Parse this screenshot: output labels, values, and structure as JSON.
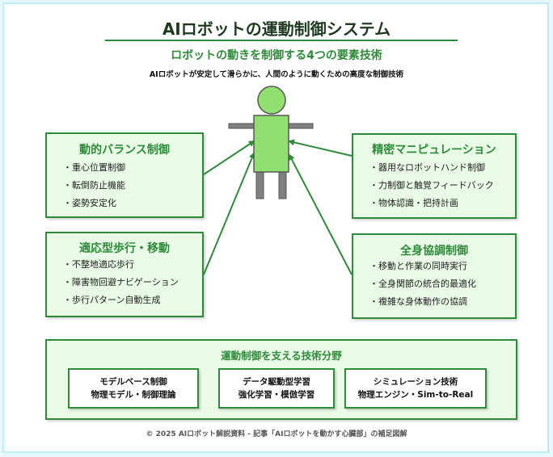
{
  "title": "AIロボットの運動制御システム",
  "subtitle": "ロボットの動きを制御する4つの要素技術",
  "description": "AIロボットが安定して滑らかに、人間のように動くための高度な制御技術",
  "cards": {
    "balance": {
      "title": "動的バランス制御",
      "items": [
        "重心位置制御",
        "転倒防止機能",
        "姿勢安定化"
      ]
    },
    "manipulation": {
      "title": "精密マニピュレーション",
      "items": [
        "器用なロボットハンド制御",
        "力制御と触覚フィードバック",
        "物体認識・把持計画"
      ]
    },
    "locomotion": {
      "title": "適応型歩行・移動",
      "items": [
        "不整地適応歩行",
        "障害物回避ナビゲーション",
        "歩行パターン自動生成"
      ]
    },
    "wholebody": {
      "title": "全身協調制御",
      "items": [
        "移動と作業の同時実行",
        "全身関節の統合的最適化",
        "複雑な身体動作の協調"
      ]
    }
  },
  "tech": {
    "title": "運動制御を支える技術分野",
    "boxes": [
      {
        "line1": "モデルベース制御",
        "line2": "物理モデル・制御理論"
      },
      {
        "line1": "データ駆動型学習",
        "line2": "強化学習・模倣学習"
      },
      {
        "line1": "シミュレーション技術",
        "line2": "物理エンジン・Sim-to-Real"
      }
    ]
  },
  "footer": "© 2025 AIロボット解説資料 - 記事「AIロボットを動かす心臓部」の補足図解",
  "colors": {
    "accent": "#2e8b3a",
    "card_bg": "#e9fbe6",
    "robot_green": "#90e070",
    "robot_gray": "#808080"
  }
}
